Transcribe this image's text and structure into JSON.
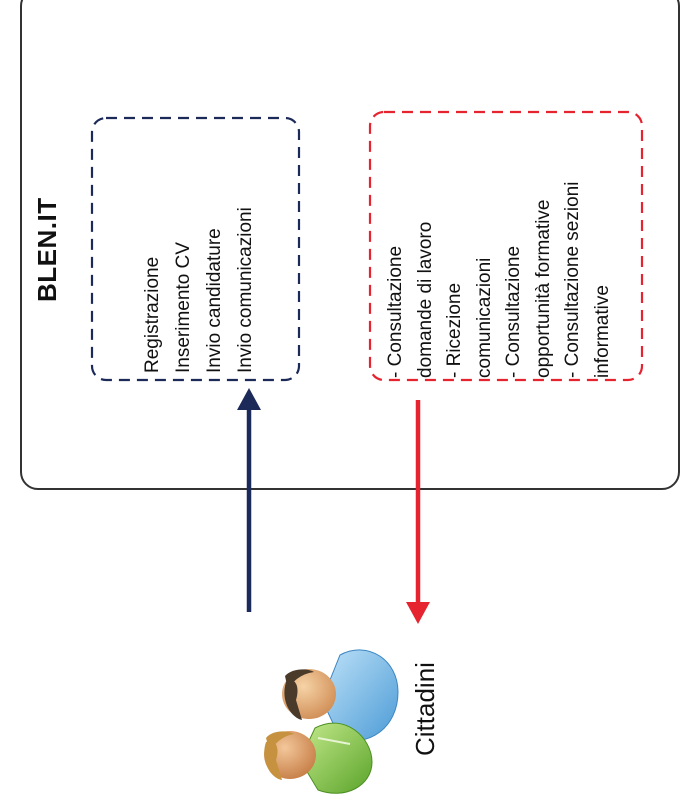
{
  "system": {
    "title": "BLEN.IT"
  },
  "inbound_actions": [
    "Registrazione",
    "Inserimento CV",
    "Invio candidature",
    "Invio comunicazioni"
  ],
  "outbound_services": [
    "- Consultazione",
    "domande di lavoro",
    "- Ricezione",
    "comunicazioni",
    "- Consultazione",
    "opportunità formative",
    "- Consultazione sezioni",
    "informative"
  ],
  "actor": {
    "label": "Cittadini"
  },
  "colors": {
    "inbound": "#1c2a5a",
    "outbound": "#e52430",
    "outline": "#333333"
  }
}
